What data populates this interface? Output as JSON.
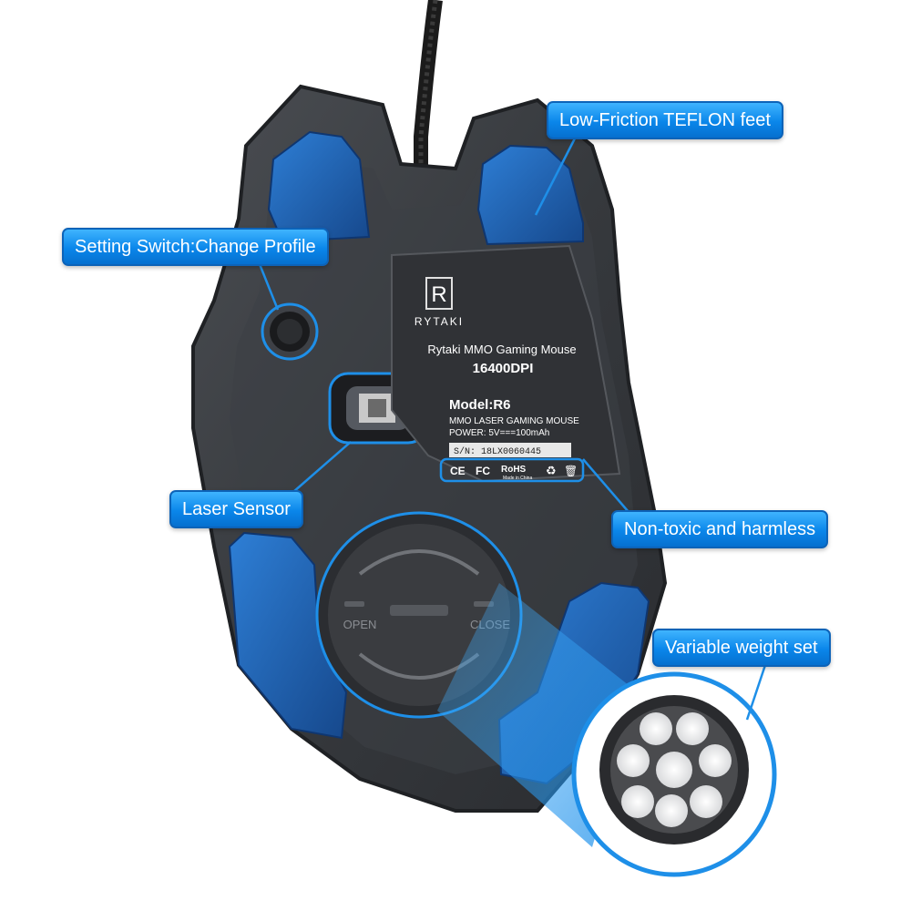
{
  "callouts": {
    "teflon": "Low-Friction TEFLON feet",
    "switch": "Setting Switch:Change Profile",
    "laser": "Laser Sensor",
    "nontoxic": "Non-toxic and harmless",
    "weight": "Variable weight set"
  },
  "label": {
    "brand_letter": "R",
    "brand_name": "RYTAKI",
    "product": "Rytaki MMO Gaming Mouse",
    "dpi": "16400DPI",
    "model": "Model:R6",
    "type": "MMO LASER GAMING MOUSE",
    "power": "POWER: 5V===100mAh",
    "serial": "S/N: 18LX0060445",
    "cert_ce": "CE",
    "cert_fc": "FC",
    "cert_rohs": "RoHS",
    "made_in": "Made in China"
  },
  "weight_cover": {
    "open": "OPEN",
    "close": "CLOSE"
  },
  "colors": {
    "callout": "#0a86ea",
    "teflon_feet": "#1f5fb0",
    "mouse_body": "#3a3d42"
  }
}
